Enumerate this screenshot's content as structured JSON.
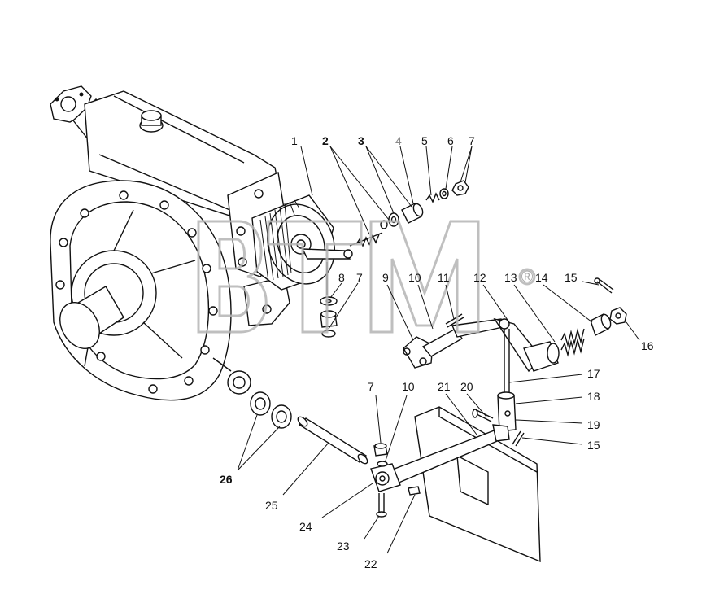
{
  "labels": [
    {
      "text": "1",
      "style": "normal"
    },
    {
      "text": "2",
      "style": "bold"
    },
    {
      "text": "3",
      "style": "bold"
    },
    {
      "text": "4",
      "style": "gray"
    },
    {
      "text": "5",
      "style": "normal"
    },
    {
      "text": "6",
      "style": "normal"
    },
    {
      "text": "7",
      "style": "normal"
    },
    {
      "text": "8",
      "style": "normal"
    },
    {
      "text": "7",
      "style": "normal"
    },
    {
      "text": "9",
      "style": "normal"
    },
    {
      "text": "10",
      "style": "normal"
    },
    {
      "text": "11",
      "style": "normal"
    },
    {
      "text": "12",
      "style": "normal"
    },
    {
      "text": "13",
      "style": "normal"
    },
    {
      "text": "14",
      "style": "normal"
    },
    {
      "text": "15",
      "style": "normal"
    },
    {
      "text": "16",
      "style": "normal"
    },
    {
      "text": "17",
      "style": "normal"
    },
    {
      "text": "18",
      "style": "normal"
    },
    {
      "text": "19",
      "style": "normal"
    },
    {
      "text": "15",
      "style": "normal"
    },
    {
      "text": "7",
      "style": "normal"
    },
    {
      "text": "10",
      "style": "normal"
    },
    {
      "text": "21",
      "style": "normal"
    },
    {
      "text": "20",
      "style": "normal"
    },
    {
      "text": "26",
      "style": "bold"
    },
    {
      "text": "25",
      "style": "normal"
    },
    {
      "text": "24",
      "style": "normal"
    },
    {
      "text": "23",
      "style": "normal"
    },
    {
      "text": "22",
      "style": "normal"
    }
  ],
  "watermark": {
    "letters": [
      "B",
      "T",
      "M"
    ],
    "registered": "®"
  }
}
